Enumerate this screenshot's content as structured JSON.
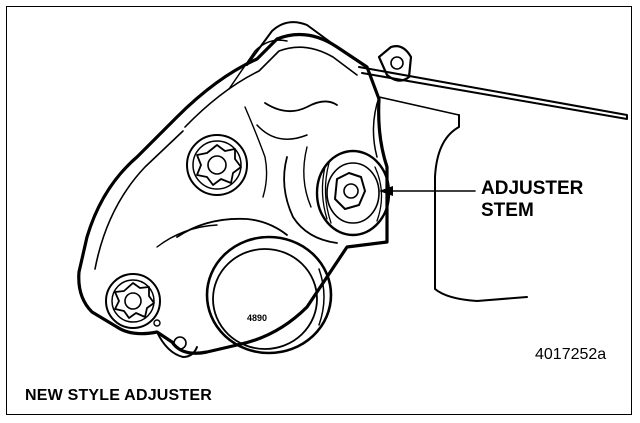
{
  "illustration": {
    "callout": {
      "line1": "ADJUSTER",
      "line2": "STEM"
    },
    "part_stamp": "4890",
    "figure_id": "4017252a"
  },
  "caption": "NEW STYLE ADJUSTER"
}
